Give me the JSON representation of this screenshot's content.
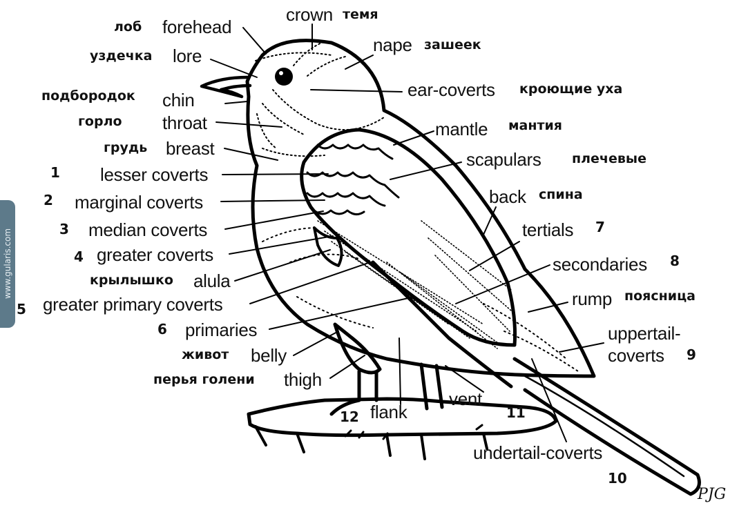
{
  "source_tab": "www.gularis.com",
  "signature": "PJG",
  "labels": {
    "crown": "crown",
    "crown_ru": "темя",
    "forehead": "forehead",
    "forehead_ru": "лоб",
    "nape": "nape",
    "nape_ru": "зашеек",
    "lore": "lore",
    "lore_ru": "уздечка",
    "ear_coverts": "ear-coverts",
    "ear_coverts_ru": "кроющие уха",
    "chin": "chin",
    "chin_ru": "подбородок",
    "throat": "throat",
    "throat_ru": "горло",
    "mantle": "mantle",
    "mantle_ru": "мантия",
    "breast": "breast",
    "breast_ru": "грудь",
    "scapulars": "scapulars",
    "scapulars_ru": "плечевые",
    "lesser_coverts": "lesser coverts",
    "lesser_coverts_num": "1",
    "back": "back",
    "back_ru": "спина",
    "marginal_coverts": "marginal coverts",
    "marginal_coverts_num": "2",
    "median_coverts": "median coverts",
    "median_coverts_num": "3",
    "tertials": "tertials",
    "tertials_num": "7",
    "greater_coverts": "greater coverts",
    "greater_coverts_num": "4",
    "secondaries": "secondaries",
    "secondaries_num": "8",
    "alula": "alula",
    "alula_ru": "крылышко",
    "greater_primary_coverts": "greater primary coverts",
    "greater_primary_coverts_num": "5",
    "rump": "rump",
    "rump_ru": "поясница",
    "primaries": "primaries",
    "primaries_num": "6",
    "uppertail_coverts_1": "uppertail-",
    "uppertail_coverts_2": "coverts",
    "uppertail_coverts_num": "9",
    "belly": "belly",
    "belly_ru": "живот",
    "thigh": "thigh",
    "thigh_ru": "перья голени",
    "vent": "vent",
    "vent_num": "11",
    "flank": "flank",
    "flank_num": "12",
    "undertail_coverts": "undertail-coverts",
    "undertail_coverts_num": "10"
  }
}
